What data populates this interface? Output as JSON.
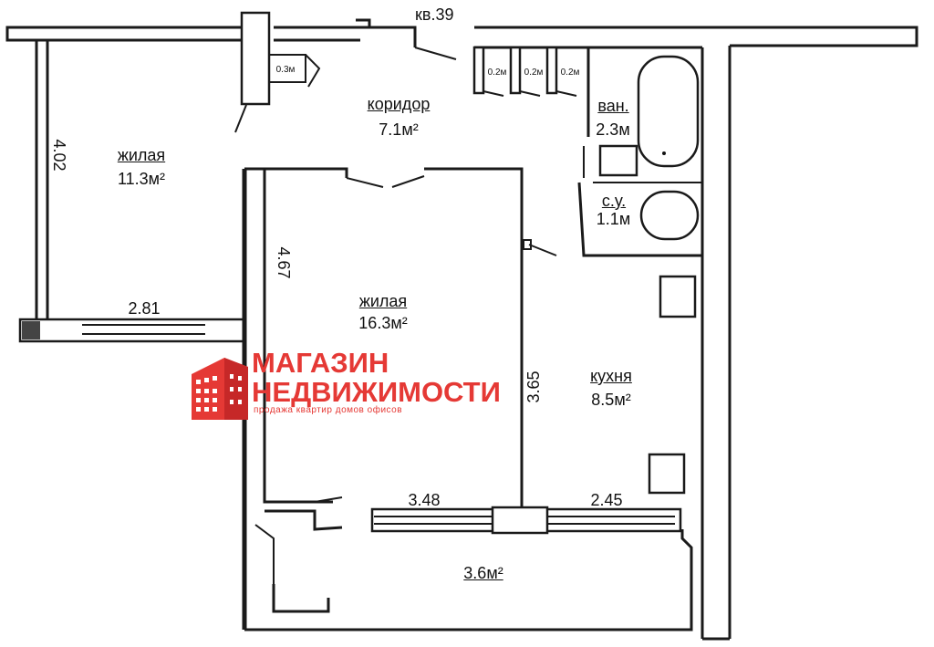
{
  "apartment": {
    "label": "кв.39"
  },
  "rooms": [
    {
      "id": "corridor",
      "name": "коридор",
      "area": "7.1м²"
    },
    {
      "id": "living1",
      "name": "жилая",
      "area": "11.3м²"
    },
    {
      "id": "living2",
      "name": "жилая",
      "area": "16.3м²"
    },
    {
      "id": "bath",
      "name": "ван.",
      "area": "2.3м"
    },
    {
      "id": "wc",
      "name": "с.у.",
      "area": "1.1м"
    },
    {
      "id": "kitchen",
      "name": "кухня",
      "area": "8.5м²"
    },
    {
      "id": "balcony",
      "name": "",
      "area": "3.6м²"
    }
  ],
  "dimensions": {
    "living1_height": "4.02",
    "living1_width": "2.81",
    "living2_height": "4.67",
    "living2_side": "3.65",
    "living2_width": "3.48",
    "kitchen_width": "2.45"
  },
  "closets": [
    "0.3м",
    "0.2м",
    "0.2м",
    "0.2м"
  ],
  "logo": {
    "line1": "МАГАЗИН",
    "line2": "НЕДВИЖИМОСТИ",
    "tagline": "продажа квартир домов офисов",
    "brand_color": "#e53935"
  }
}
